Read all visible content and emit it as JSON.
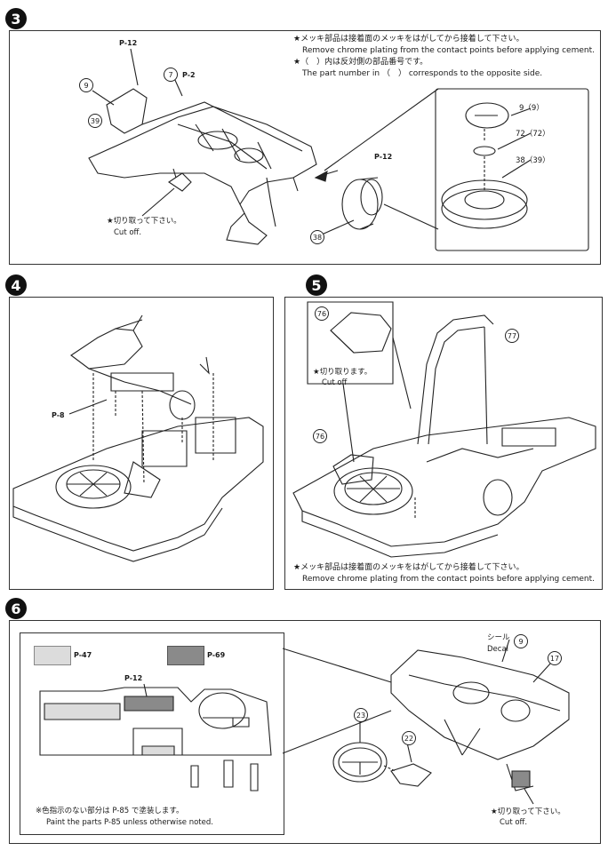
{
  "steps": {
    "step3": {
      "number": "3",
      "note_jp_1": "★メッキ部品は接着面のメッキをはがしてから接着して下さい。",
      "note_en_1": "Remove chrome plating from the contact points before applying cement.",
      "note_jp_2": "★（　）内は反対側の部品番号です。",
      "note_en_2": "The part number in （　） corresponds to the opposite side.",
      "pcode_a": "P-12",
      "pcode_b": "P-2",
      "pcode_c": "P-12",
      "part_9": "9",
      "part_7": "7",
      "part_39": "39",
      "part_38": "38",
      "detail_9": "9（9）",
      "detail_72": "72（72）",
      "detail_38": "38（39）",
      "cut_jp": "★切り取って下さい。",
      "cut_en": "Cut off."
    },
    "step4": {
      "number": "4",
      "pcode": "P-8"
    },
    "step5": {
      "number": "5",
      "part_76a": "76",
      "part_77": "77",
      "part_76b": "76",
      "cut_jp": "★切り取ります。",
      "cut_en": "Cut off",
      "note_jp": "★メッキ部品は接着面のメッキをはがしてから接着して下さい。",
      "note_en": "Remove chrome plating from the contact points before applying cement."
    },
    "step6": {
      "number": "6",
      "swatch_light_code": "P-47",
      "swatch_dark_code": "P-69",
      "pcode_dash": "P-12",
      "decal_jp": "シール",
      "decal_num": "9",
      "decal_en": "Decal",
      "part_17": "17",
      "part_23": "23",
      "part_22": "22",
      "paint_jp": "※色指示のない部分は P-85 で塗装します。",
      "paint_en": "Paint the parts P-85 unless otherwise noted.",
      "cut_jp": "★切り取って下さい。",
      "cut_en": "Cut off."
    }
  }
}
